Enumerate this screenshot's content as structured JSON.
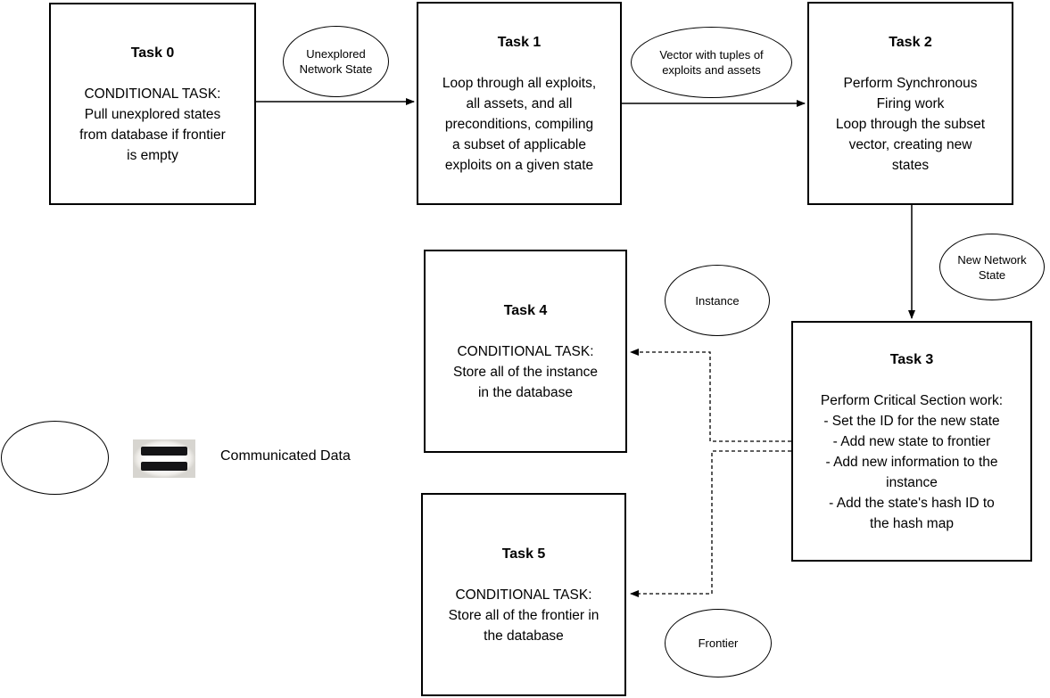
{
  "nodes": {
    "task0": {
      "title": "Task 0",
      "body": "CONDITIONAL TASK:\nPull unexplored states\nfrom database if frontier\nis empty"
    },
    "task1": {
      "title": "Task 1",
      "body": "Loop through all exploits,\nall assets, and all\npreconditions, compiling\na subset of applicable\nexploits on a given state"
    },
    "task2": {
      "title": "Task 2",
      "body": "Perform Synchronous\nFiring work\nLoop through the subset\nvector, creating new\nstates"
    },
    "task3": {
      "title": "Task 3",
      "body": "Perform Critical Section work:\n- Set the ID for the new state\n- Add new state to frontier\n- Add new information to the\ninstance\n- Add the state's hash ID to\nthe hash map"
    },
    "task4": {
      "title": "Task 4",
      "body": "CONDITIONAL TASK:\nStore all of the instance\nin the database"
    },
    "task5": {
      "title": "Task 5",
      "body": "CONDITIONAL TASK:\nStore all of the frontier in\nthe database"
    }
  },
  "data_labels": {
    "unexplored": "Unexplored\nNetwork State",
    "vector": "Vector with tuples of\nexploits and assets",
    "new_state": "New Network\nState",
    "instance": "Instance",
    "frontier": "Frontier"
  },
  "connections": [
    {
      "from": "task0",
      "to": "task1",
      "label": "Unexplored Network State",
      "style": "solid"
    },
    {
      "from": "task1",
      "to": "task2",
      "label": "Vector with tuples of exploits and assets",
      "style": "solid"
    },
    {
      "from": "task2",
      "to": "task3",
      "label": "New Network State",
      "style": "solid"
    },
    {
      "from": "task3",
      "to": "task4",
      "label": "Instance",
      "style": "dashed"
    },
    {
      "from": "task3",
      "to": "task5",
      "label": "Frontier",
      "style": "dashed"
    }
  ],
  "legend": {
    "label": "Communicated Data",
    "symbol": "ellipse-equals-sign"
  },
  "colors": {
    "stroke": "#000000",
    "fill": "#ffffff"
  }
}
